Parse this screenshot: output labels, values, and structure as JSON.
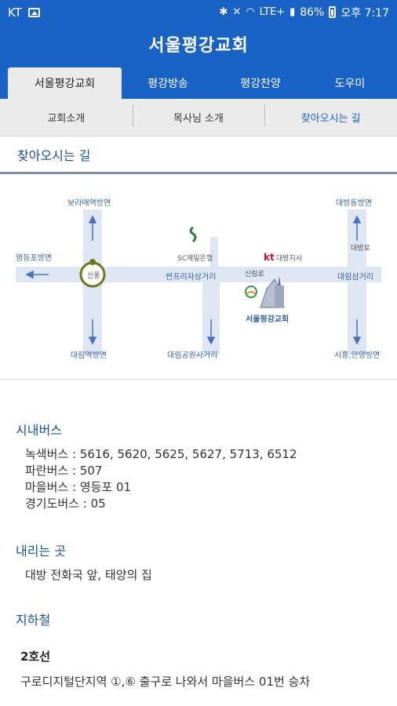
{
  "status_bar": {
    "carrier": "KT",
    "battery": "86%",
    "time": "오후 7:17",
    "lte": "LTE+"
  },
  "header": {
    "logo_text": "서울평강교회"
  },
  "tabs": [
    {
      "label": "서울평강교회",
      "active": true
    },
    {
      "label": "평강방송",
      "active": false
    },
    {
      "label": "평강찬양",
      "active": false
    },
    {
      "label": "도우미",
      "active": false
    }
  ],
  "subtabs": [
    {
      "label": "교회소개",
      "active": false
    },
    {
      "label": "목사님 소개",
      "active": false
    },
    {
      "label": "찾아오시는 길",
      "active": true
    }
  ],
  "page_title": "찾아오시는 길",
  "map": {
    "top_left": "보라매역방면",
    "left": "영등포방면",
    "bottom_left": "대림역방면",
    "junction_left": "신풍",
    "bank": "SC제일은행",
    "sunprize": "썬프리자상거리",
    "bottom_mid": "대림공원사거리",
    "kt": "kt",
    "kt_branch": "대방지사",
    "shinpung_ro": "신림로",
    "church": "서울평강교회",
    "top_right": "대방동방면",
    "daebang": "대방로",
    "right": "대림삼거리",
    "bottom_right": "시흥,안양방면",
    "colors": {
      "road": "#dfe6f3",
      "arrow": "#4a72b8",
      "marker": "#6a7a1e"
    }
  },
  "bus": {
    "title": "시내버스",
    "lines": [
      "녹색버스 : 5616, 5620, 5625, 5627, 5713, 6512",
      "파란버스 : 507",
      "마을버스 : 영등포 01",
      "경기도버스 : 05"
    ]
  },
  "stop": {
    "title": "내리는 곳",
    "text": "대방 전화국 앞, 태양의 집"
  },
  "subway": {
    "title": "지하철",
    "line_name": "2호선",
    "line_text": "구로디지털단지역 ①,⑥ 출구로 나와서 마을버스 01번 승차"
  }
}
